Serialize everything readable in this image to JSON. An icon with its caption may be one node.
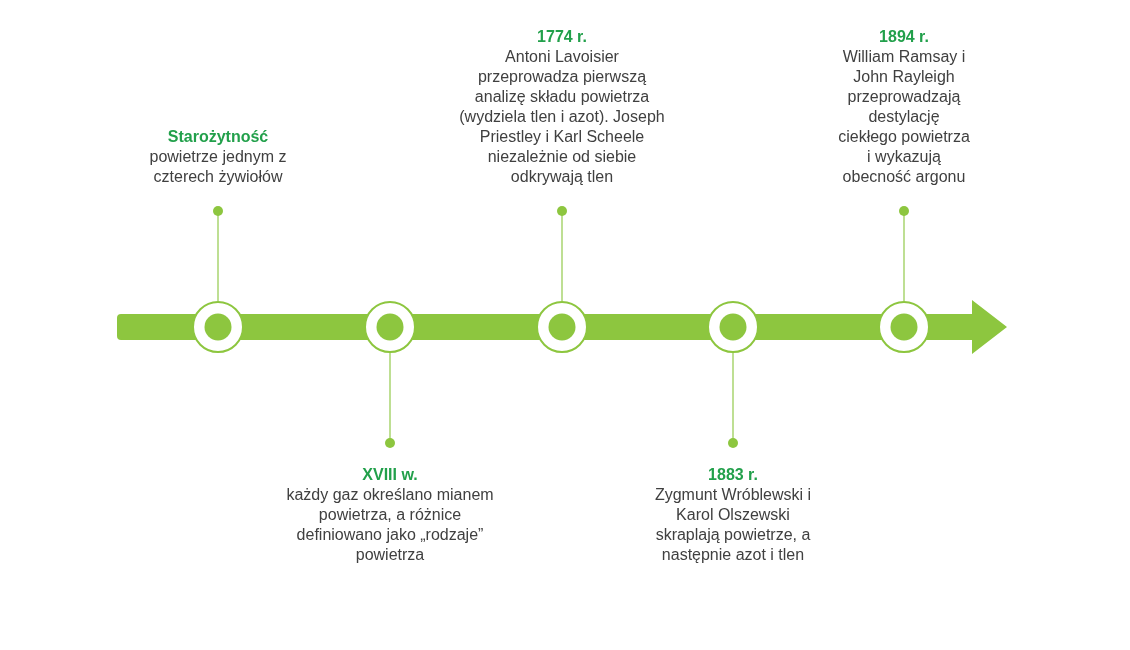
{
  "diagram": {
    "nodes": [
      {
        "text": [
          "Starożytność",
          "powietrze jednym z czterech żywiołów"
        ]
      },
      {
        "text": [
          "XVIII w.",
          "każdy gaz określano mianem powietrza, a różnice definiowano jako „rodzaje” powietrza"
        ]
      },
      {
        "text": [
          "1774 r.",
          "Antoni Lavoisier przeprowadza pierwszą analizę składu powietrza (wydziela tlen i azot). Joseph Priestley i Karl Scheele niezależnie od siebie odkrywają tlen"
        ]
      },
      {
        "text": [
          "1883 r.",
          "Zygmunt Wróblewski i Karol Olszewski skraplają powietrze, a następnie azot i tlen"
        ]
      },
      {
        "text": [
          "1894 r.",
          "William Ramsay i John Rayleigh przeprowadzają destylację ciekłego powietrza i wykazują obecność argonu"
        ]
      },
      {
        "text": [],
        "shape": "circle"
      },
      {
        "text": [],
        "shape": "circle"
      },
      {
        "text": [],
        "shape": "circle"
      },
      {
        "text": [],
        "shape": "circle"
      },
      {
        "text": [],
        "shape": "circle"
      }
    ],
    "edges": [
      {
        "from": 0,
        "to": 5,
        "arrow": "other"
      },
      {
        "from": 1,
        "to": 6,
        "arrow": "other"
      },
      {
        "from": 2,
        "to": 7,
        "arrow": "other"
      },
      {
        "from": 3,
        "to": 8,
        "arrow": "other"
      },
      {
        "from": 4,
        "to": 9,
        "arrow": "other"
      }
    ]
  }
}
